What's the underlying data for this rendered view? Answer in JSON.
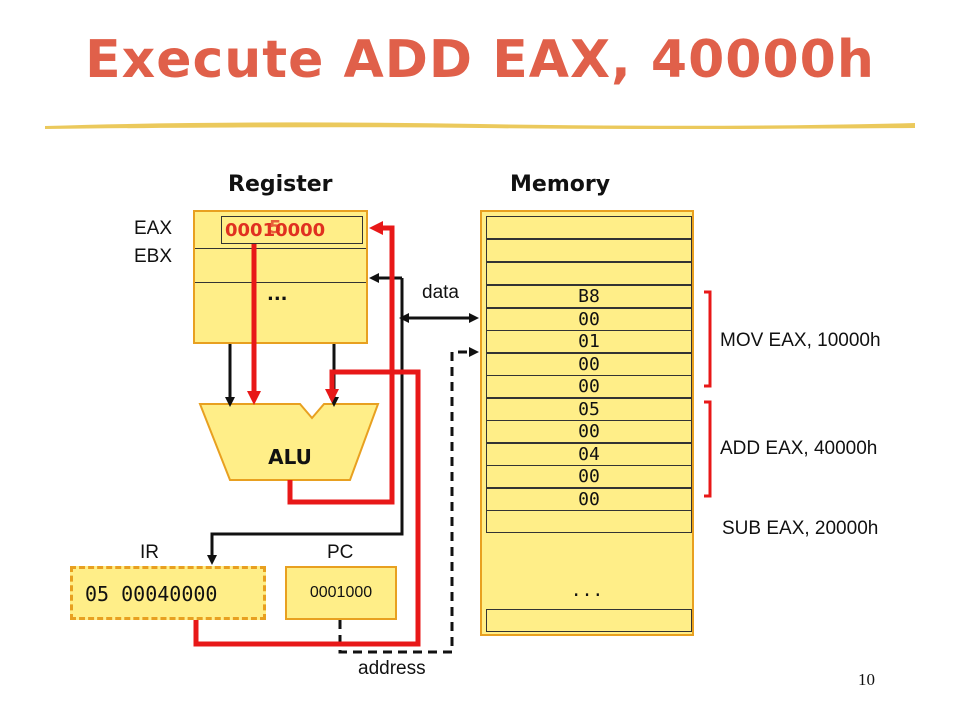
{
  "title": "Execute ADD EAX, 40000h",
  "register_heading": "Register",
  "memory_heading": "Memory",
  "registers": {
    "eax_label": "EAX",
    "ebx_label": "EBX",
    "eax_value": "00010000",
    "eax_overlay_digit": "5",
    "more": "..."
  },
  "alu_label": "ALU",
  "ir": {
    "label": "IR",
    "value": "05  00040000"
  },
  "pc": {
    "label": "PC",
    "value": "0001000"
  },
  "bus": {
    "data": "data",
    "address": "address"
  },
  "memory_cells": [
    "",
    "",
    "",
    "B8",
    "00",
    "01",
    "00",
    "00",
    "05",
    "00",
    "04",
    "00",
    "00",
    "",
    ""
  ],
  "memory_more": "...",
  "instructions": [
    "MOV EAX, 10000h",
    "ADD EAX, 40000h",
    "SUB EAX, 20000h"
  ],
  "page_number": "10",
  "colors": {
    "title": "#e0604a",
    "box_fill": "#ffee88",
    "box_border": "#e8a020",
    "bus_red": "#e81818"
  }
}
